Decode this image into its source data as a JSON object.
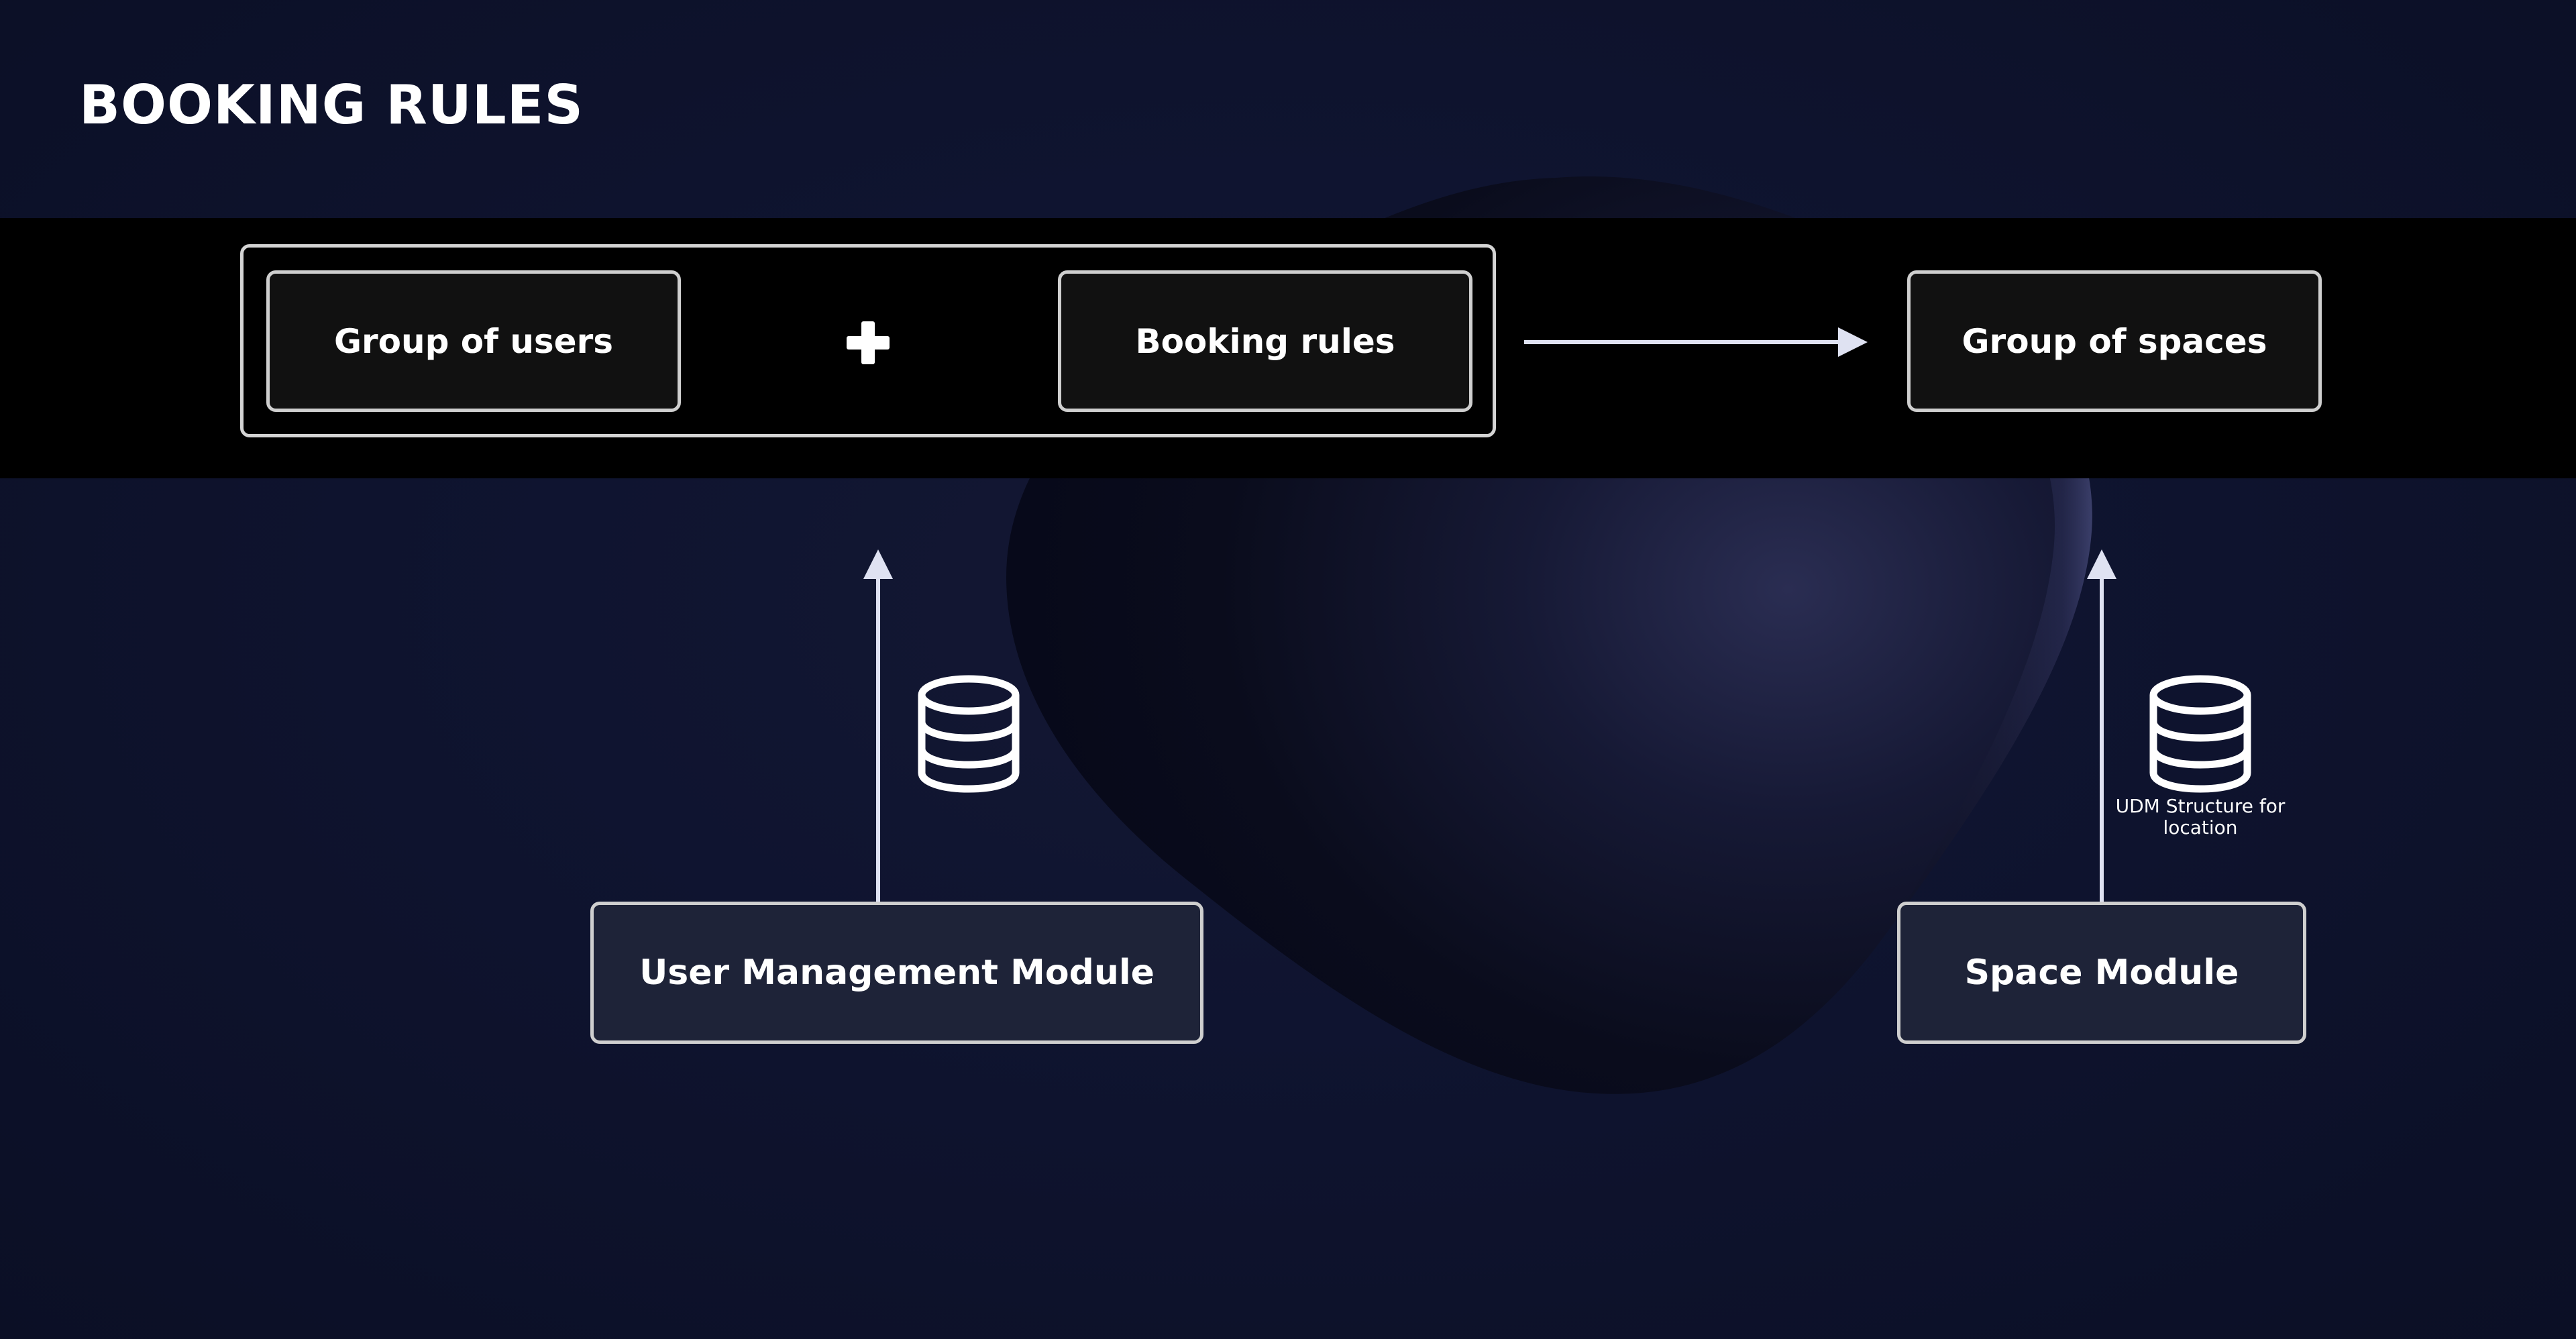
{
  "title": "BOOKING RULES",
  "top_row": {
    "group_of_users": "Group of users",
    "booking_rules": "Booking rules",
    "group_of_spaces": "Group of spaces"
  },
  "modules": {
    "user_management": "User Management Module",
    "space": "Space Module"
  },
  "db_caption": "UDM Structure for location",
  "colors": {
    "background": "#0d1127",
    "band": "#000000",
    "box_dark": "#111111",
    "box_module": "#1e2338",
    "border": "#cfcfcf",
    "arrow": "#dfe2f2",
    "text": "#ffffff"
  },
  "icons": {
    "plus": "plus-icon",
    "database": "database-icon"
  }
}
